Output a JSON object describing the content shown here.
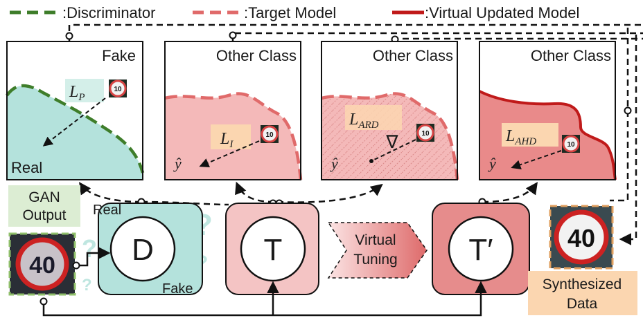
{
  "legend": {
    "discriminator": ":Discriminator",
    "target": ":Target Model",
    "virtual": ":Virtual Updated Model"
  },
  "panels": [
    {
      "region_label": "Fake",
      "bottom_label": "Real",
      "loss_main": "L",
      "loss_sub": "P"
    },
    {
      "region_label": "Other Class",
      "bottom_label": "ŷ",
      "loss_main": "L",
      "loss_sub": "I"
    },
    {
      "region_label": "Other Class",
      "bottom_label": "ŷ",
      "loss_main": "L",
      "loss_sub": "ARD",
      "gradient_symbol": "∇"
    },
    {
      "region_label": "Other Class",
      "bottom_label": "ŷ",
      "loss_main": "L",
      "loss_sub": "AHD"
    }
  ],
  "sign_text": "10",
  "sign_big_text": "40",
  "gan_output": [
    "GAN",
    "Output"
  ],
  "disc": {
    "label": "D",
    "real": "Real",
    "fake": "Fake"
  },
  "target_label": "T",
  "virtual_tuning": [
    "Virtual",
    "Tuning"
  ],
  "updated_label": "T′",
  "synthesized": [
    "Synthesized",
    "Data"
  ],
  "question_mark": "?",
  "colors": {
    "discriminator": "#3e7d2a",
    "target": "#e06a6a",
    "virtual": "#c01a1a",
    "panel_teal": "#b4e2dc",
    "panel_pink": "#f4b9b9",
    "panel_red": "#e98a8a",
    "label_teal_bg": "#d4efe9",
    "label_orange_bg": "#fbd6b0",
    "label_green_bg": "#dcedd3"
  }
}
